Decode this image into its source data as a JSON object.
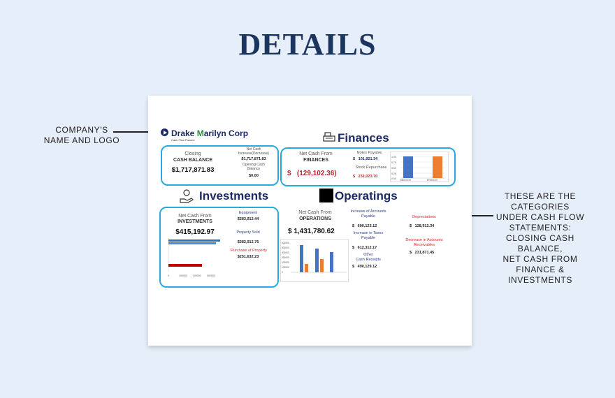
{
  "page_title": "DETAILS",
  "callouts": {
    "company": "COMPANY'S\nNAME AND LOGO",
    "categories": "THESE ARE THE\nCATEGORIES\nUNDER CASH FLOW\nSTATEMENTS:\nCLOSING CASH\nBALANCE,\nNET CASH FROM\nFINANCE &\nINVESTMENTS"
  },
  "logo": {
    "name_a": "Drake ",
    "name_m": "M",
    "name_b": "arilyn Corp",
    "subtitle": "Cash Flow Planner"
  },
  "closing": {
    "label1": "Closing",
    "label2": "CASH BALANCE",
    "value": "$1,717,871.83",
    "net_label": "Net Cash\nIncrease(Decrease)",
    "net_value": "$1,717,871.83",
    "opening_label": "Opening Cash\nBalance",
    "opening_value": "$0.00"
  },
  "finances": {
    "heading": "Finances",
    "label1": "Net Cash From",
    "label2": "FINANCES",
    "currency": "$",
    "value": "(129,102.36)",
    "notes_label": "Notes Payable",
    "notes_value": "101,921.34",
    "stock_label": "Stock Repurchase",
    "stock_value": "231,023.70",
    "dollar": "$",
    "chart": {
      "yticks": [
        "1.00",
        "0.75",
        "0.50",
        "0.25",
        "0.00"
      ],
      "xticks": [
        "$80000.00",
        "$75000.00"
      ]
    }
  },
  "investments": {
    "heading": "Investments",
    "label1": "Net Cash From",
    "label2": "INVESTMENTS",
    "value": "$415,192.97",
    "equipment_label": "Equipment",
    "equipment_value": "$283,912.44",
    "property_sold_label": "Property Sold",
    "property_sold_value": "$382,912.76",
    "purchase_label": "Purchase of Property",
    "purchase_value": "$251,632.23",
    "chart": {
      "xticks": [
        "0",
        "100000",
        "200000",
        "300000"
      ]
    }
  },
  "operatings": {
    "heading": "Operatings",
    "label1": "Net Cash From",
    "label2": "OPERATIONS",
    "currency": "$",
    "value": "1,431,780.62",
    "ar_label": "Increase of Accounts\nPayable",
    "ar_value": "690,123.12",
    "taxes_label": "Increase in Taxes\nPayable",
    "taxes_value": "612,312.17",
    "other_label": "Other\nCash Receipts",
    "other_value": "490,129.12",
    "dep_label": "Depreciations",
    "dep_value": "128,912.34",
    "dec_label": "Decrease in Accounts\nReceivables",
    "dec_value": "231,871.45",
    "dollar": "$",
    "chart": {
      "yticks": [
        "600000",
        "500000",
        "400000",
        "300000",
        "200000",
        "100000",
        "0"
      ]
    }
  },
  "colors": {
    "navy": "#1c355e",
    "panel_border": "#29a9e0",
    "bar_blue": "#4472c4",
    "bar_orange": "#ed7d31",
    "bar_red": "#c00000"
  }
}
